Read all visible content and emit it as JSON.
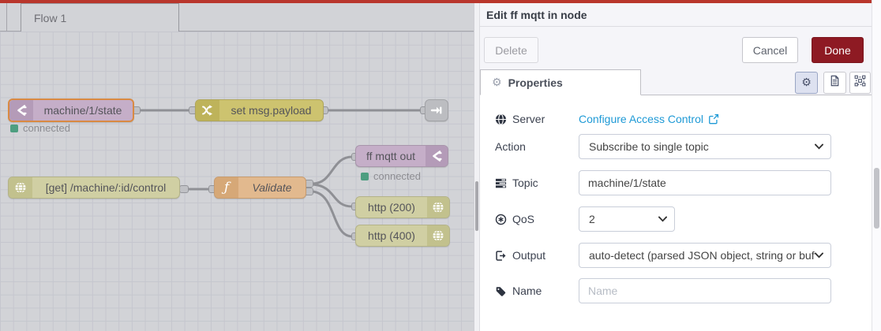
{
  "colors": {
    "top_bar": "#b9362c",
    "done_button_bg": "#8e1a23",
    "link_blue": "#1f9ad6",
    "status_green": "#4d9e80",
    "selection_border_orange": "#d98a43",
    "mqtt_node": "#c5aec8",
    "change_node": "#cdc36f",
    "http_node": "#d0cfa3",
    "function_node": "#e2b98e",
    "link_node": "#bcbdc1"
  },
  "canvas": {
    "tab_label": "Flow 1",
    "nodes": {
      "mqtt_in": {
        "label": "machine/1/state",
        "status": "connected",
        "icon": "mqtt-bridge-icon"
      },
      "change": {
        "label": "set msg.payload",
        "icon": "shuffle-icon"
      },
      "link_out": {
        "icon": "link-out-icon"
      },
      "http_in": {
        "label": "[get] /machine/:id/control",
        "icon": "globe-icon"
      },
      "function": {
        "label": "Validate",
        "icon": "function-icon"
      },
      "mqtt_out": {
        "label": "ff mqtt out",
        "status": "connected",
        "icon": "mqtt-bridge-icon"
      },
      "http_200": {
        "label": "http (200)",
        "icon": "globe-icon"
      },
      "http_400": {
        "label": "http (400)",
        "icon": "globe-icon"
      }
    }
  },
  "panel": {
    "title": "Edit ff mqtt in node",
    "delete_label": "Delete",
    "cancel_label": "Cancel",
    "done_label": "Done",
    "properties_tab": "Properties",
    "header_icons": [
      "gear-icon",
      "description-icon",
      "appearance-icon"
    ],
    "fields": {
      "server": {
        "label": "Server",
        "link_text": "Configure Access Control",
        "icon": "globe-icon"
      },
      "action": {
        "label": "Action",
        "value": "Subscribe to single topic"
      },
      "topic": {
        "label": "Topic",
        "value": "machine/1/state",
        "icon": "tasks-icon"
      },
      "qos": {
        "label": "QoS",
        "value": "2",
        "icon": "circled-asterisk-icon"
      },
      "output": {
        "label": "Output",
        "value": "auto-detect (parsed JSON object, string or buffer)",
        "icon": "sign-out-icon"
      },
      "name": {
        "label": "Name",
        "placeholder": "Name",
        "icon": "tag-icon"
      }
    }
  }
}
